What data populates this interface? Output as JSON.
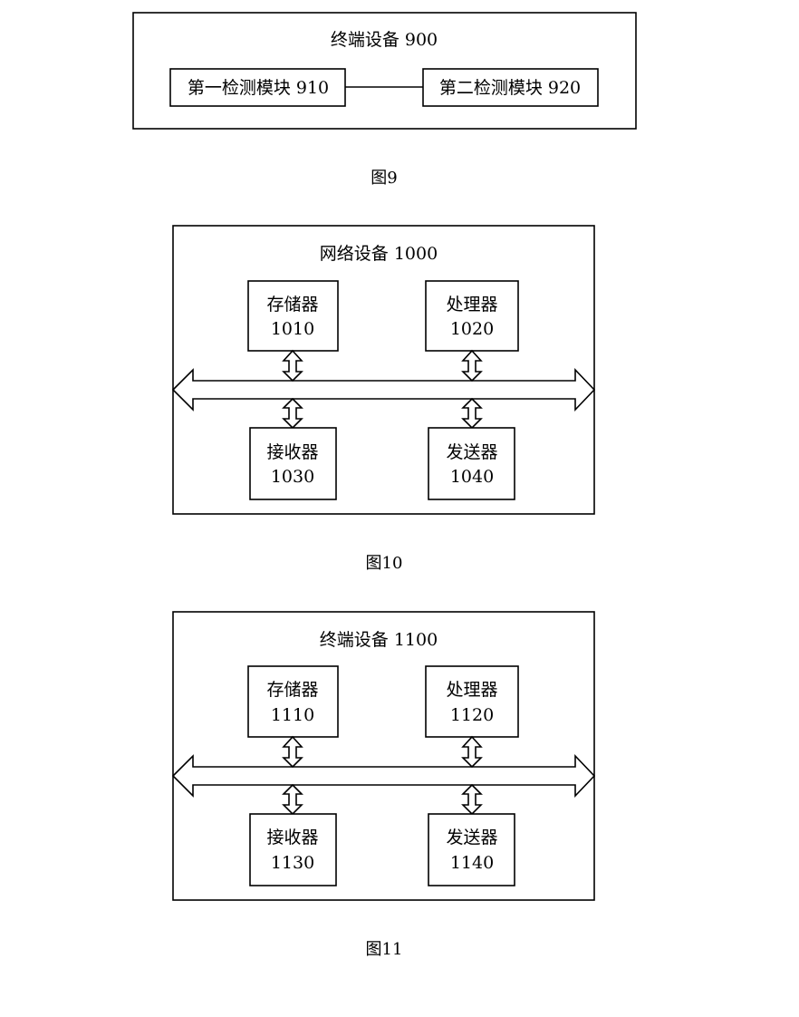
{
  "fig9": {
    "title": "终端设备 900",
    "module1": "第一检测模块  910",
    "module2": "第二检测模块 920",
    "caption": "图9"
  },
  "fig10": {
    "title": "网络设备 1000",
    "memory": {
      "name": "存储器",
      "num": "1010"
    },
    "processor": {
      "name": "处理器",
      "num": "1020"
    },
    "receiver": {
      "name": "接收器",
      "num": "1030"
    },
    "transmitter": {
      "name": "发送器",
      "num": "1040"
    },
    "caption": "图10"
  },
  "fig11": {
    "title": "终端设备 1100",
    "memory": {
      "name": "存储器",
      "num": "1110"
    },
    "processor": {
      "name": "处理器",
      "num": "1120"
    },
    "receiver": {
      "name": "接收器",
      "num": "1130"
    },
    "transmitter": {
      "name": "发送器",
      "num": "1140"
    },
    "caption": "图11"
  }
}
